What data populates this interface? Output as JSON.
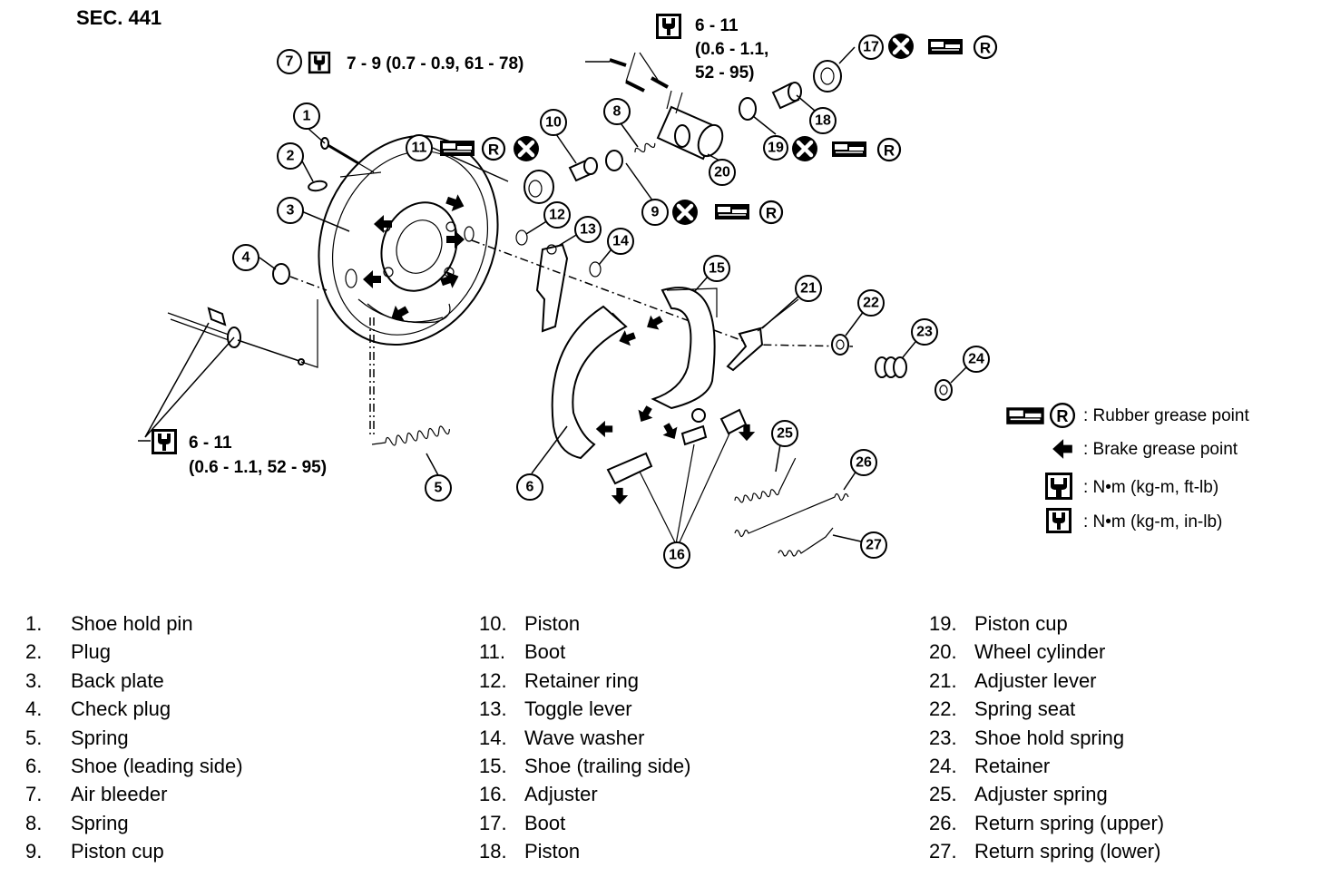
{
  "section": "SEC. 441",
  "torque": {
    "air_bleeder_value": "7 - 9 (0.7 - 0.9, 61 - 78)",
    "cylinder_line1": "6 - 11",
    "cylinder_line2": "(0.6 - 1.1,",
    "cylinder_line3": "52 - 95)",
    "backplate_line1": "6 - 11",
    "backplate_line2": "(0.6 - 1.1, 52 - 95)"
  },
  "legend": {
    "rubber_grease": ": Rubber grease point",
    "brake_grease": ": Brake grease point",
    "nm_ftlb": ":  N•m  (kg-m,  ft-lb)",
    "nm_inlb": ":  N•m  (kg-m,  in-lb)"
  },
  "icons": [
    "torque-wrench-icon",
    "rubber-grease-icon",
    "replace-x-icon",
    "brake-grease-arrow-icon"
  ],
  "callouts": [
    "1",
    "2",
    "3",
    "4",
    "5",
    "6",
    "7",
    "8",
    "9",
    "10",
    "11",
    "12",
    "13",
    "14",
    "15",
    "16",
    "17",
    "18",
    "19",
    "20",
    "21",
    "22",
    "23",
    "24",
    "25",
    "26",
    "27"
  ],
  "parts_left": [
    {
      "n": "1.",
      "label": "Shoe hold pin"
    },
    {
      "n": "2.",
      "label": "Plug"
    },
    {
      "n": "3.",
      "label": "Back plate"
    },
    {
      "n": "4.",
      "label": "Check plug"
    },
    {
      "n": "5.",
      "label": "Spring"
    },
    {
      "n": "6.",
      "label": "Shoe (leading side)"
    },
    {
      "n": "7.",
      "label": "Air bleeder"
    },
    {
      "n": "8.",
      "label": "Spring"
    },
    {
      "n": "9.",
      "label": "Piston cup"
    }
  ],
  "parts_middle": [
    {
      "n": "10.",
      "label": "Piston"
    },
    {
      "n": "11.",
      "label": "Boot"
    },
    {
      "n": "12.",
      "label": "Retainer ring"
    },
    {
      "n": "13.",
      "label": "Toggle lever"
    },
    {
      "n": "14.",
      "label": "Wave washer"
    },
    {
      "n": "15.",
      "label": "Shoe (trailing side)"
    },
    {
      "n": "16.",
      "label": "Adjuster"
    },
    {
      "n": "17.",
      "label": "Boot"
    },
    {
      "n": "18.",
      "label": "Piston"
    }
  ],
  "parts_right": [
    {
      "n": "19.",
      "label": "Piston cup"
    },
    {
      "n": "20.",
      "label": "Wheel cylinder"
    },
    {
      "n": "21.",
      "label": "Adjuster lever"
    },
    {
      "n": "22.",
      "label": "Spring seat"
    },
    {
      "n": "23.",
      "label": "Shoe hold spring"
    },
    {
      "n": "24.",
      "label": "Retainer"
    },
    {
      "n": "25.",
      "label": "Adjuster spring"
    },
    {
      "n": "26.",
      "label": "Return spring (upper)"
    },
    {
      "n": "27.",
      "label": "Return spring (lower)"
    }
  ]
}
